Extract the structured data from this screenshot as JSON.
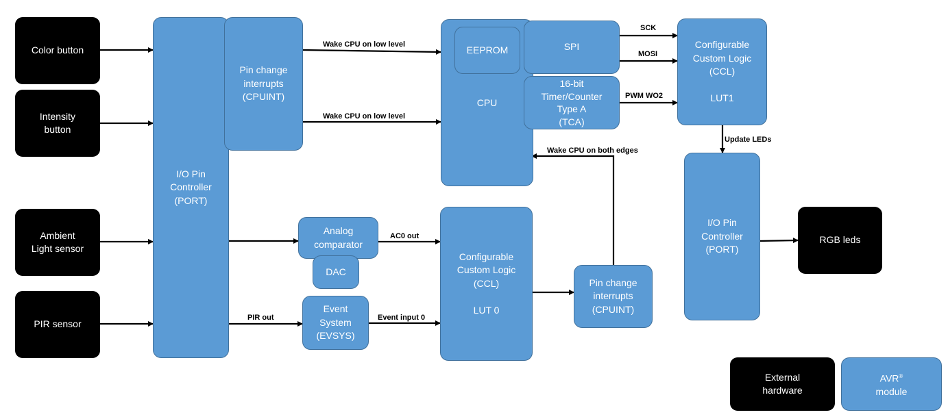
{
  "external": {
    "color_button": "Color button",
    "intensity_button": "Intensity\nbutton",
    "ambient_light_sensor": "Ambient\nLight sensor",
    "pir_sensor": "PIR sensor",
    "rgb_leds": "RGB leds"
  },
  "modules": {
    "io_pin_controller_in": "I/O Pin\nController\n(PORT)",
    "pin_change_interrupts_1": "Pin change\ninterrupts\n(CPUINT)",
    "cpu": "CPU",
    "eeprom": "EEPROM",
    "spi": "SPI",
    "tca": "16-bit\nTimer/Counter\nType A\n(TCA)",
    "ccl_lut1": "Configurable\nCustom Logic\n(CCL)\n\nLUT1",
    "io_pin_controller_out": "I/O Pin\nController\n(PORT)",
    "analog_comparator": "Analog\ncomparator",
    "dac": "DAC",
    "event_system": "Event\nSystem\n(EVSYS)",
    "ccl_lut0": "Configurable\nCustom Logic\n(CCL)\n\nLUT 0",
    "pin_change_interrupts_2": "Pin change\ninterrupts\n(CPUINT)"
  },
  "signals": {
    "wake_low_1": "Wake CPU on low level",
    "wake_low_2": "Wake CPU on low level",
    "sck": "SCK",
    "mosi": "MOSI",
    "pwm_wo2": "PWM WO2",
    "update_leds": "Update LEDs",
    "wake_both_edges": "Wake CPU on both edges",
    "ac0_out": "AC0 out",
    "pir_out": "PIR out",
    "event_input_0": "Event input 0"
  },
  "legend": {
    "external_hardware": "External\nhardware",
    "avr_module": "AVR",
    "avr_module_mark": "®",
    "avr_module_suffix": "module"
  },
  "colors": {
    "external_fill": "#000000",
    "module_fill": "#5b9bd5",
    "module_border": "#41719c"
  }
}
